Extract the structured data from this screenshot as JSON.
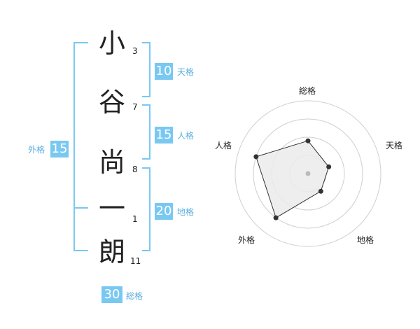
{
  "name": {
    "chars": [
      {
        "char": "小",
        "strokes": "3"
      },
      {
        "char": "谷",
        "strokes": "7"
      },
      {
        "char": "尚",
        "strokes": "8"
      },
      {
        "char": "一",
        "strokes": "1"
      },
      {
        "char": "朗",
        "strokes": "11"
      }
    ]
  },
  "scores": {
    "tenkaku": {
      "value": "10",
      "label": "天格"
    },
    "jinkaku": {
      "value": "15",
      "label": "人格"
    },
    "chikaku": {
      "value": "20",
      "label": "地格"
    },
    "gaikaku": {
      "value": "15",
      "label": "外格"
    },
    "soukaku": {
      "value": "30",
      "label": "総格"
    }
  },
  "chart_data": {
    "type": "radar",
    "axes": [
      "総格",
      "天格",
      "地格",
      "外格",
      "人格"
    ],
    "values": [
      0.45,
      0.3,
      0.3,
      0.75,
      0.75
    ],
    "rings": 4,
    "colors": {
      "fill": "#ebebeb",
      "line": "#333333",
      "grid": "#cfcfcf",
      "center": "#bbbbbb"
    }
  }
}
